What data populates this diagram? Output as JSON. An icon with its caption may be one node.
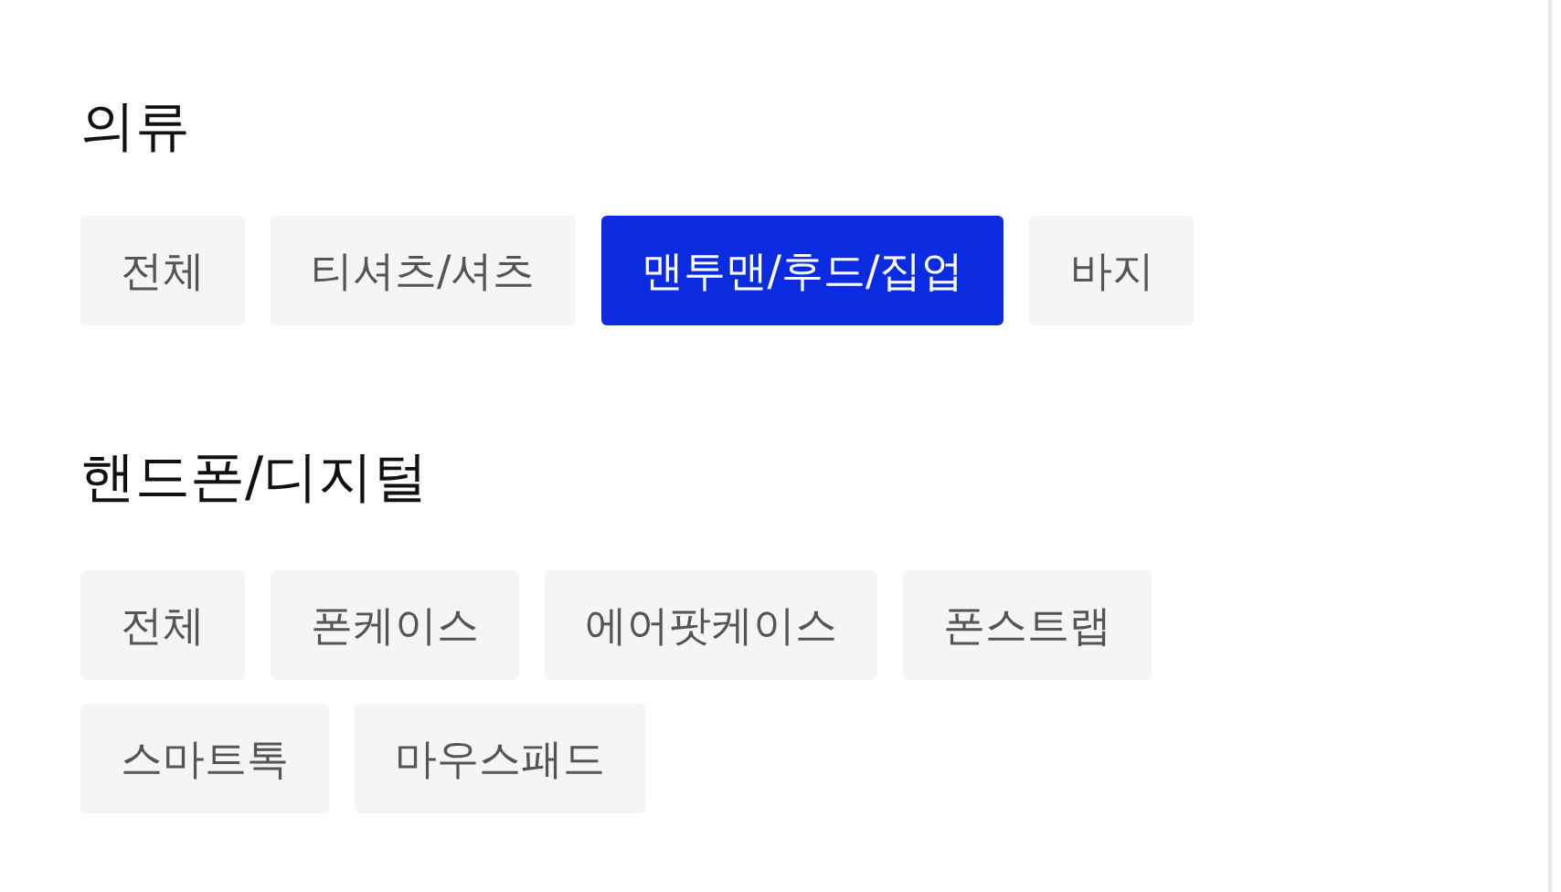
{
  "diagram": {
    "nodes": [
      {
        "text": [
          "전체"
        ]
      },
      {
        "text": [
          "티셔츠/셔츠"
        ]
      },
      {
        "text": [
          "맨투맨/후드/집업"
        ]
      },
      {
        "text": [
          "바지"
        ]
      },
      {
        "text": [
          "전체"
        ]
      },
      {
        "text": [
          "폰케이스"
        ]
      },
      {
        "text": [
          "에어팟케이스"
        ]
      },
      {
        "text": [
          "폰스트랩"
        ]
      },
      {
        "text": [
          "스마트톡"
        ]
      },
      {
        "text": [
          "마우스패드"
        ]
      }
    ],
    "labels": [
      "의류",
      "핸드폰/디지털"
    ]
  }
}
